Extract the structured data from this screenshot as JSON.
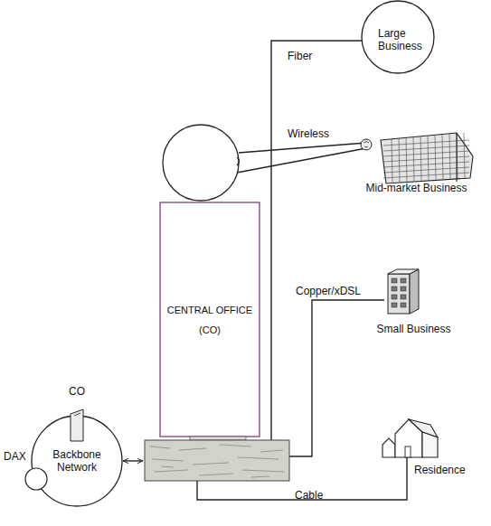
{
  "diagram": {
    "nodes": [
      {
        "text": [
          "Large Business"
        ]
      },
      {
        "text": [
          "CENTRAL OFFICE (CO)"
        ]
      },
      {
        "text": [
          "Mid-market Business"
        ]
      },
      {
        "text": [
          "Small Business"
        ]
      },
      {
        "text": [
          "Backbone Network"
        ]
      },
      {
        "text": [
          "CO"
        ]
      },
      {
        "text": [
          "DAX"
        ]
      },
      {
        "text": [
          "Residence"
        ]
      }
    ],
    "edges": [
      {
        "from": 1,
        "to": 0,
        "label": "Fiber",
        "arrow": "none"
      },
      {
        "from": 1,
        "to": 2,
        "label": "Wireless",
        "arrow": "none"
      },
      {
        "from": 1,
        "to": 3,
        "label": "Copper/xDSL",
        "arrow": "none"
      },
      {
        "from": 1,
        "to": 7,
        "label": "Cable",
        "arrow": "none"
      },
      {
        "from": 4,
        "to": 1,
        "arrow": "both"
      }
    ]
  }
}
